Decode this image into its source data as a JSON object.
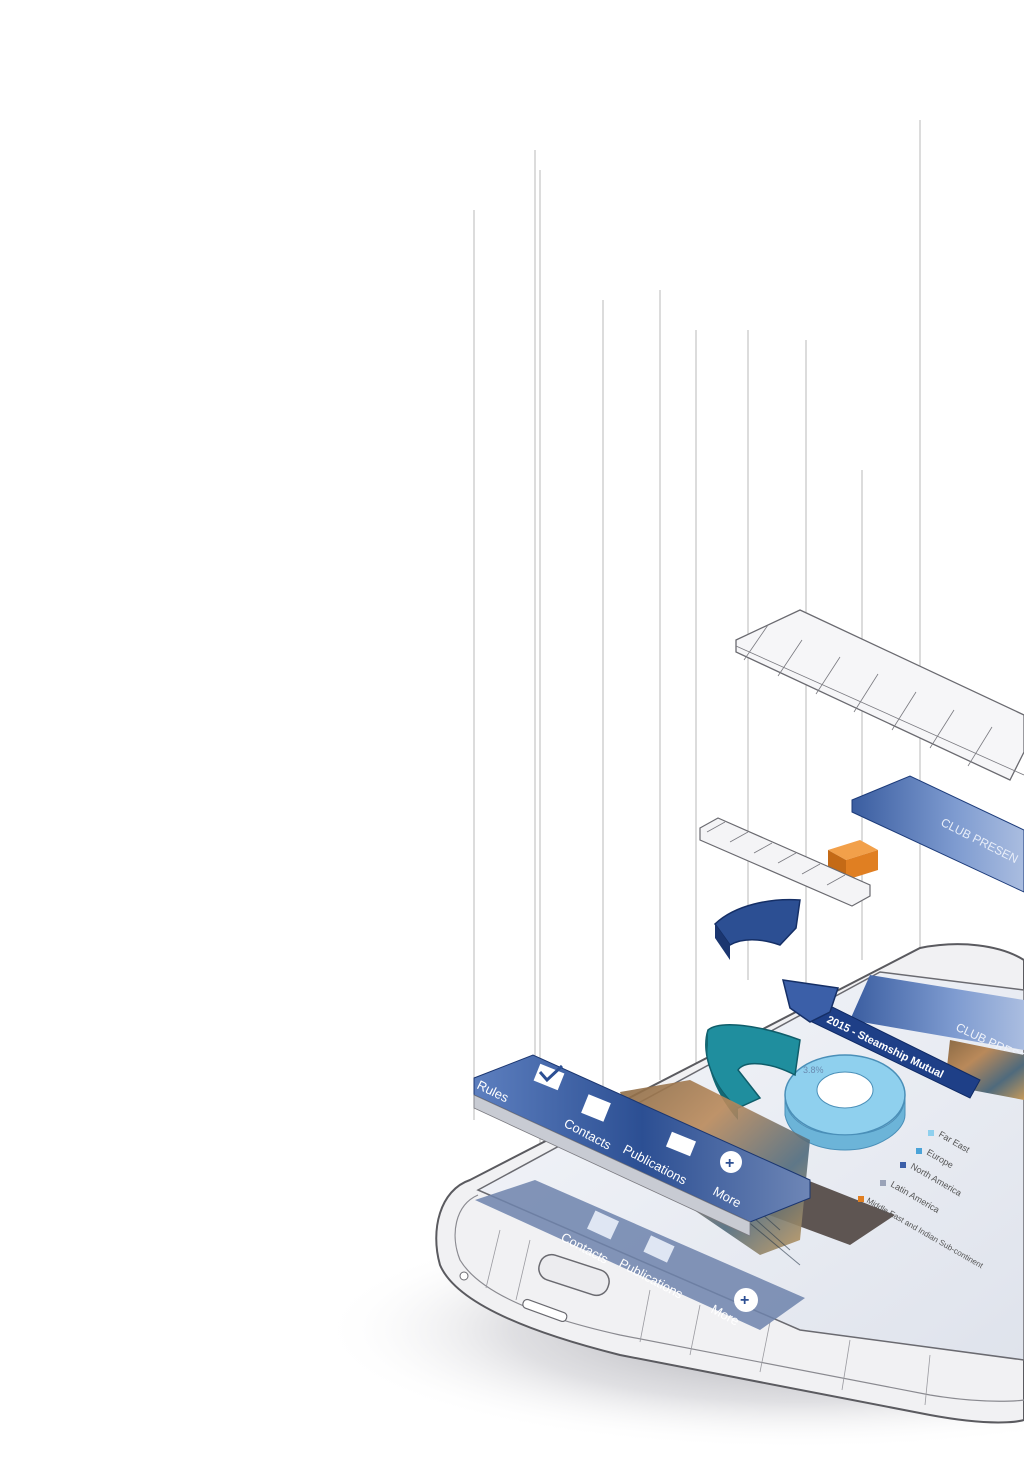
{
  "nav": {
    "rules_label": "Rules",
    "contacts_label": "Contacts",
    "publications_label": "Publications",
    "more_label": "More"
  },
  "screen": {
    "header_title": "CLUB PRESENTATION",
    "banner_title": "2015 - Steamship Mutual",
    "donut_slice_label": "3.8%"
  },
  "legend": {
    "items": [
      {
        "label": "Far East",
        "color": "#8fd0ee"
      },
      {
        "label": "Europe",
        "color": "#4aa3d8"
      },
      {
        "label": "North America",
        "color": "#3b5fa8"
      },
      {
        "label": "Latin America",
        "color": "#9aa3b8"
      },
      {
        "label": "Middle East and Indian Sub-continent",
        "color": "#e07f22"
      }
    ]
  },
  "floating": {
    "header_bar_label": "CLUB PRESEN"
  },
  "colors": {
    "nav_blue": "#2c4f93",
    "accent_orange": "#e07f22",
    "teal": "#1f8e9e",
    "light_blue": "#8fd0ee"
  }
}
